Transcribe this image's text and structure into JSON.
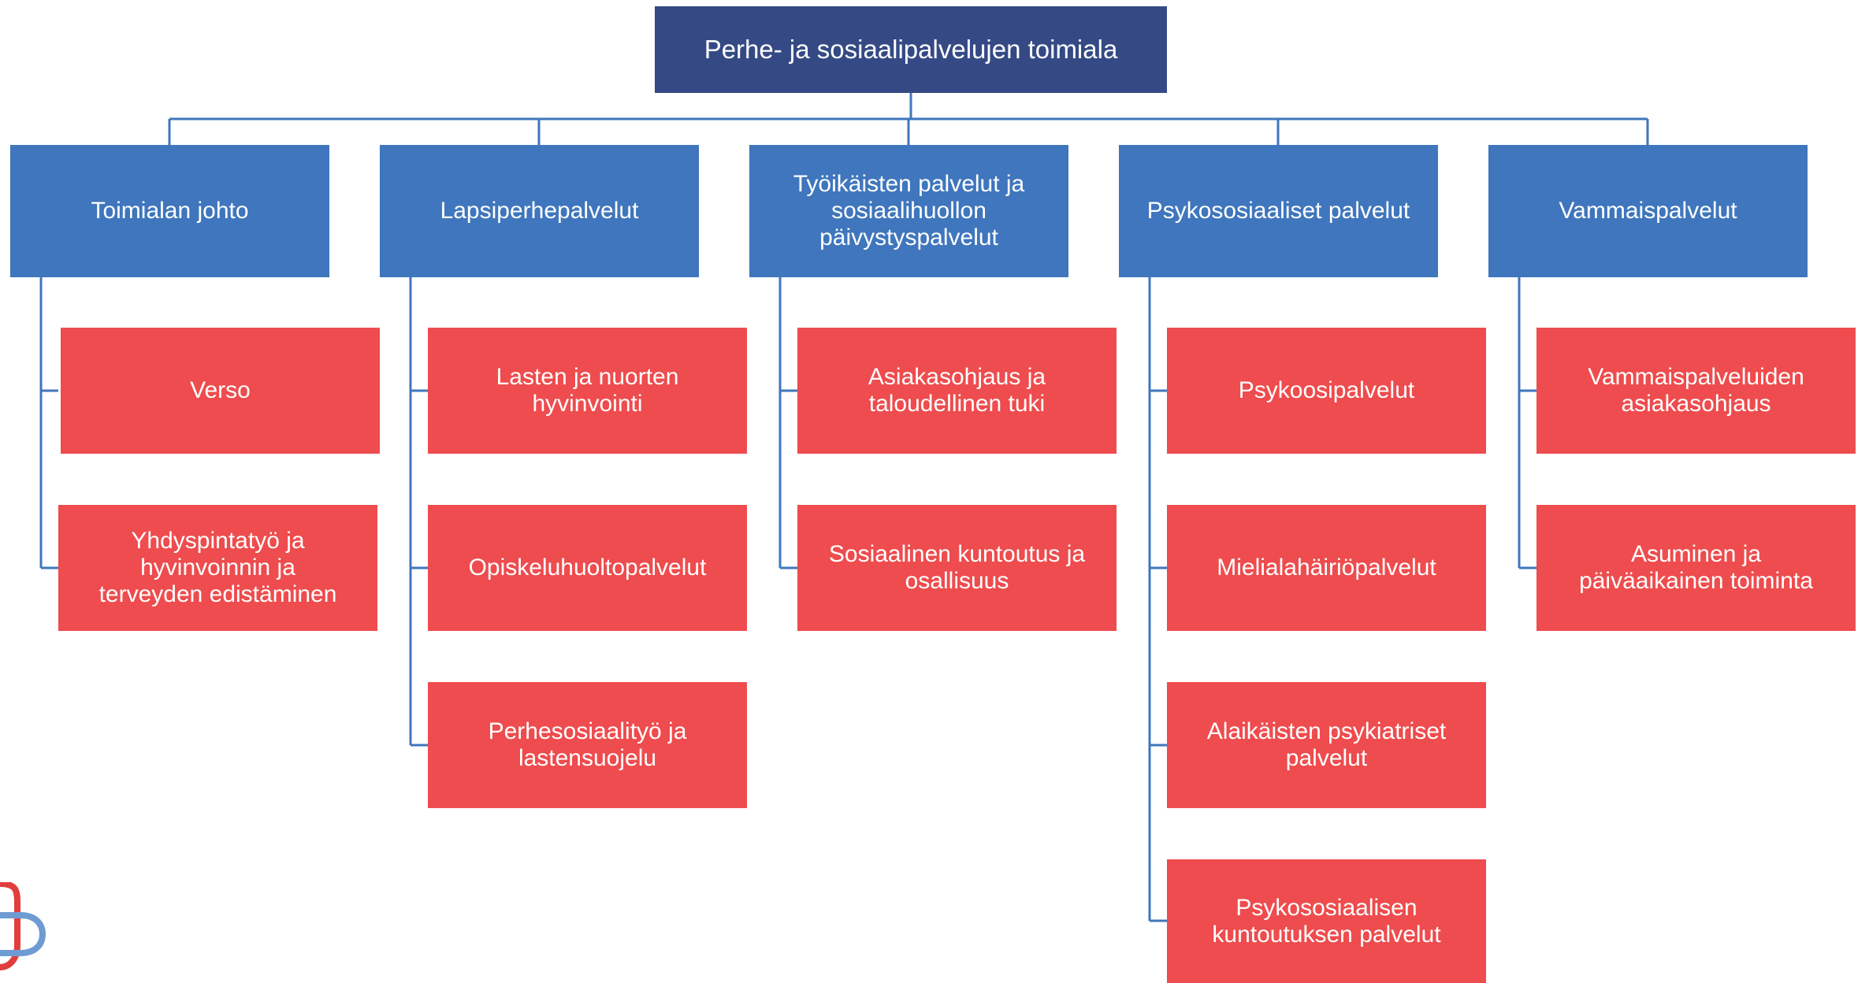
{
  "colors": {
    "root": "#354A85",
    "department": "#3F76BD",
    "unit": "#EE4C4E",
    "connector": "#3F76BD",
    "logo_red": "#E23D3D",
    "logo_blue": "#6E9BD1"
  },
  "root": {
    "label": "Perhe- ja sosiaalipalvelujen toimiala"
  },
  "departments": [
    {
      "label": "Toimialan johto",
      "units": [
        {
          "label": "Verso"
        },
        {
          "label": "Yhdyspintatyö ja\nhyvinvoinnin ja\nterveyden edistäminen"
        }
      ]
    },
    {
      "label": "Lapsiperhepalvelut",
      "units": [
        {
          "label": "Lasten ja nuorten\nhyvinvointi"
        },
        {
          "label": "Opiskeluhuoltopalvelut"
        },
        {
          "label": "Perhesosiaalityö ja\nlastensuojelu"
        }
      ]
    },
    {
      "label": "Työikäisten palvelut ja\nsosiaalihuollon\npäivystyspalvelut",
      "units": [
        {
          "label": "Asiakasohjaus ja\ntaloudellinen tuki"
        },
        {
          "label": "Sosiaalinen kuntoutus ja\nosallisuus"
        }
      ]
    },
    {
      "label": "Psykososiaaliset palvelut",
      "units": [
        {
          "label": "Psykoosipalvelut"
        },
        {
          "label": "Mielialahäiriöpalvelut"
        },
        {
          "label": "Alaikäisten psykiatriset\npalvelut"
        },
        {
          "label": "Psykososiaalisen\nkuntoutuksen palvelut"
        }
      ]
    },
    {
      "label": "Vammaispalvelut",
      "units": [
        {
          "label": "Vammaispalveluiden\nasiakasohjaus"
        },
        {
          "label": "Asuminen ja\npäiväaikainen toiminta"
        }
      ]
    }
  ]
}
